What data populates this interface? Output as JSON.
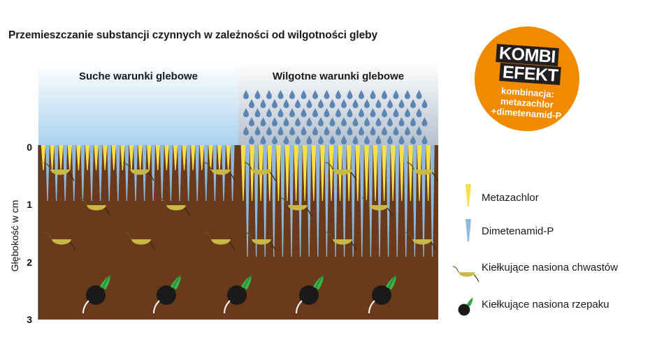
{
  "title": "Przemieszczanie substancji czynnych w zależności od wilgotności gleby",
  "panels": {
    "dry": "Suche warunki glebowe",
    "wet": "Wilgotne warunki glebowe"
  },
  "axis": {
    "label": "Głębokość w cm",
    "ticks": [
      "0",
      "1",
      "2",
      "3"
    ]
  },
  "badge": {
    "line1": "KOMBI",
    "line2": "EFEKT",
    "line3": "kombinacja:",
    "line4": "metazachlor",
    "line5": "+dimetenamid-P"
  },
  "legend": {
    "metazachlor": "Metazachlor",
    "dimetenamid": "Dimetenamid-P",
    "weeds": "Kiełkujące nasiona chwastów",
    "rapeseed": "Kiełkujące nasiona rzepaku"
  },
  "colors": {
    "soil": "#6b3a1c",
    "metazachlor": "#f7e04a",
    "dimetenamid": "#8fb8dd",
    "rain": "#5b86b4",
    "weed_seed": "#c8b845",
    "rape_seed": "#1a1a1a",
    "sprout": "#3bb54a",
    "badge": "#f08a00"
  },
  "icons": [
    "raindrop-icon",
    "weed-seed-icon",
    "rapeseed-icon",
    "metazachlor-icon",
    "dimetenamid-icon"
  ]
}
